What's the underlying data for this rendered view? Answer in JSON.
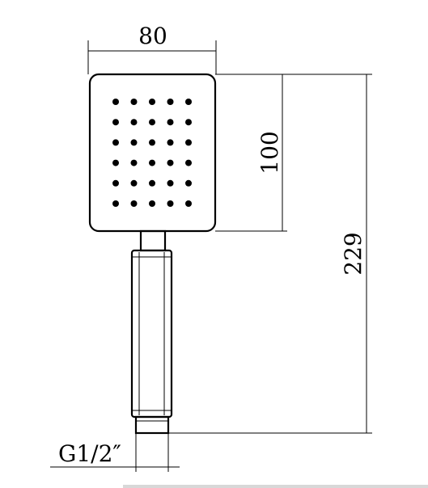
{
  "dimensions": {
    "width_label": "80",
    "head_height_label": "100",
    "total_length_label": "229",
    "thread_label": "G1/2″"
  },
  "nozzles": {
    "rows": 6,
    "cols": 5
  },
  "colors": {
    "line": "#000000",
    "background": "#ffffff"
  }
}
